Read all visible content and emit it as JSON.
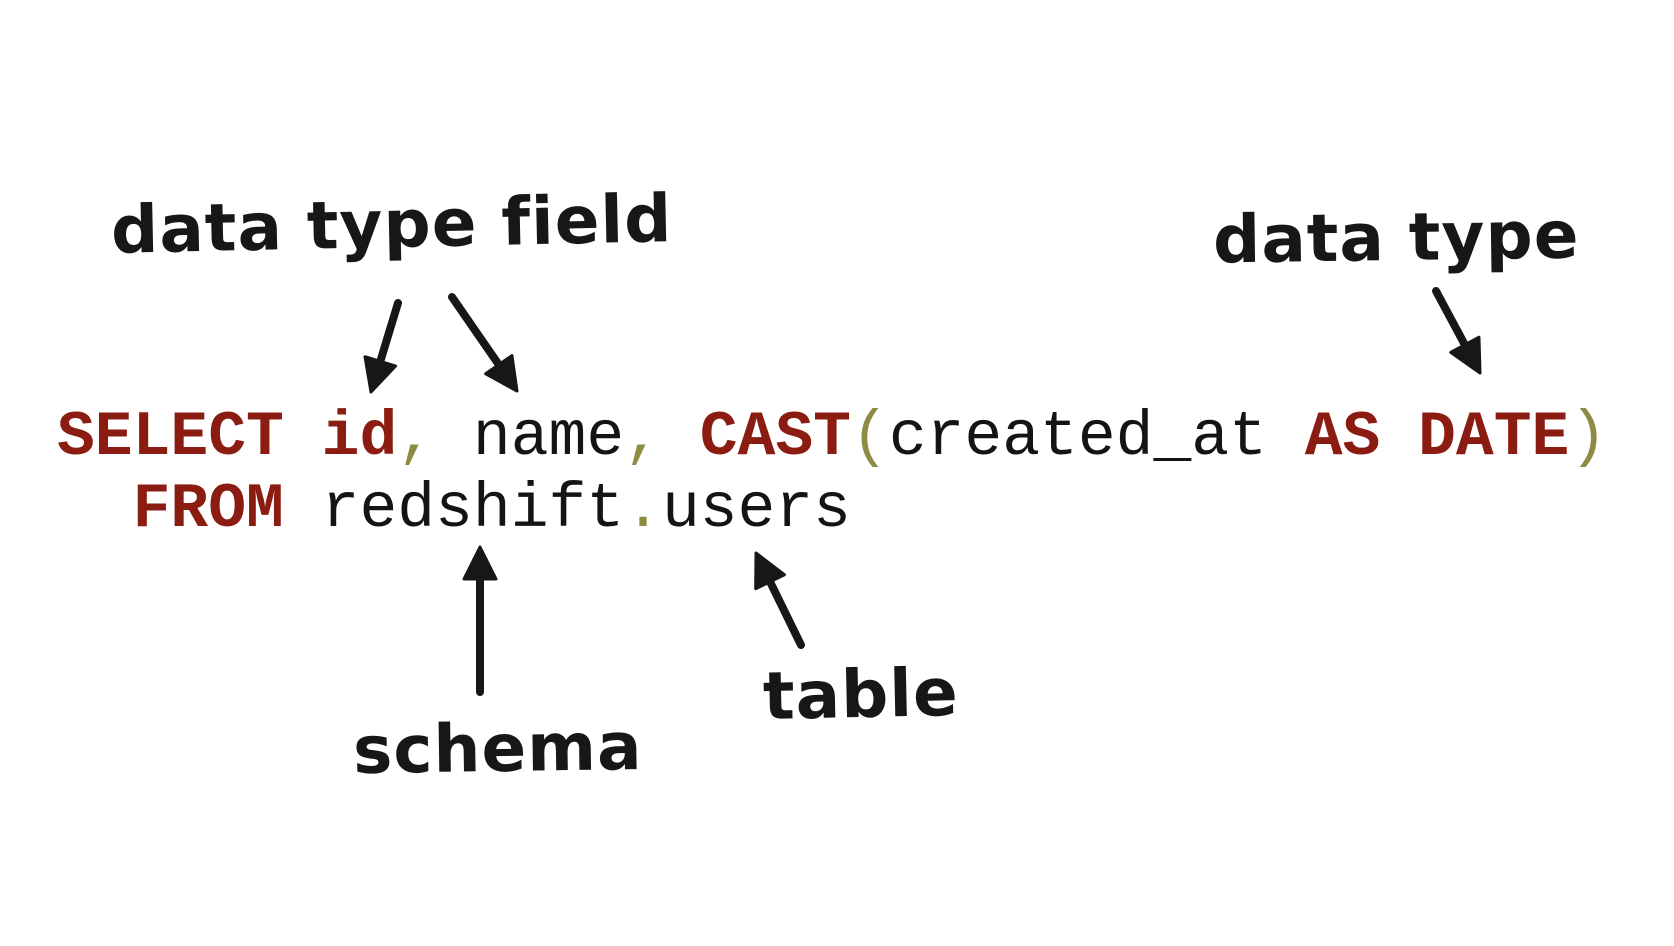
{
  "colors": {
    "background": "#ffffff",
    "keyword": "#8b1c11",
    "identifier": "#141414",
    "punctuation": "#8d8c42",
    "annotation": "#171717"
  },
  "annotations": {
    "data_type_field": "data type field",
    "data_type": "data type",
    "schema": "schema",
    "table": "table"
  },
  "code": {
    "language": "sql",
    "lines": [
      {
        "tokens": [
          {
            "text": "SELECT",
            "type": "keyword"
          },
          {
            "text": " ",
            "type": "plain"
          },
          {
            "text": "id",
            "type": "keyword"
          },
          {
            "text": ",",
            "type": "punct"
          },
          {
            "text": " ",
            "type": "plain"
          },
          {
            "text": "name",
            "type": "identifier"
          },
          {
            "text": ",",
            "type": "punct"
          },
          {
            "text": " ",
            "type": "plain"
          },
          {
            "text": "CAST",
            "type": "keyword"
          },
          {
            "text": "(",
            "type": "punct"
          },
          {
            "text": "created_at",
            "type": "identifier"
          },
          {
            "text": " ",
            "type": "plain"
          },
          {
            "text": "AS",
            "type": "keyword"
          },
          {
            "text": " ",
            "type": "plain"
          },
          {
            "text": "DATE",
            "type": "keyword"
          },
          {
            "text": ")",
            "type": "punct"
          }
        ]
      },
      {
        "tokens": [
          {
            "text": "  ",
            "type": "plain"
          },
          {
            "text": "FROM",
            "type": "keyword"
          },
          {
            "text": " ",
            "type": "plain"
          },
          {
            "text": "redshift",
            "type": "identifier"
          },
          {
            "text": ".",
            "type": "punct"
          },
          {
            "text": "users",
            "type": "identifier"
          }
        ]
      }
    ]
  }
}
